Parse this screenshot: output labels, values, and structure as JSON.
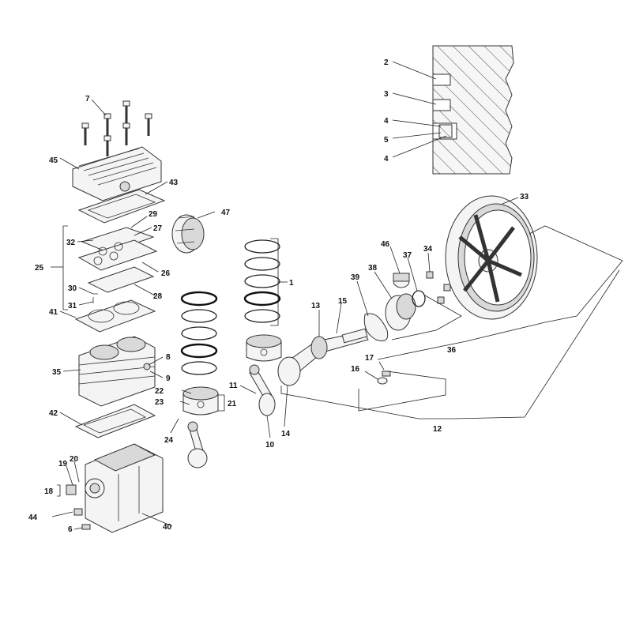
{
  "labels": {
    "n1": "1",
    "n2": "2",
    "n3": "3",
    "n4a": "4",
    "n5": "5",
    "n4b": "4",
    "n6": "6",
    "n7": "7",
    "n8": "8",
    "n9": "9",
    "n10": "10",
    "n11": "11",
    "n12": "12",
    "n13": "13",
    "n14": "14",
    "n15": "15",
    "n16": "16",
    "n17": "17",
    "n18": "18",
    "n19": "19",
    "n20": "20",
    "n21": "21",
    "n22": "22",
    "n23": "23",
    "n24": "24",
    "n25": "25",
    "n26": "26",
    "n27": "27",
    "n28": "28",
    "n29": "29",
    "n30": "30",
    "n31": "31",
    "n32": "32",
    "n33": "33",
    "n34": "34",
    "n35": "35",
    "n36": "36",
    "n37": "37",
    "n38": "38",
    "n39": "39",
    "n40": "40",
    "n41": "41",
    "n42": "42",
    "n43": "43",
    "n44": "44",
    "n45": "45",
    "n46": "46",
    "n47": "47"
  }
}
